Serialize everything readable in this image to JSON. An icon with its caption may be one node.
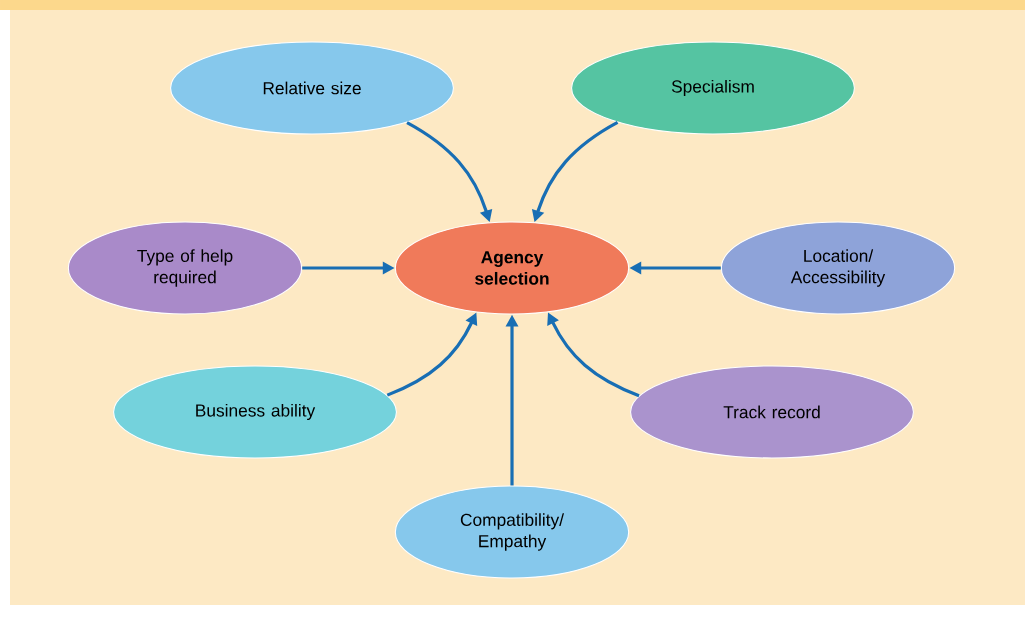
{
  "diagram": {
    "nodes": [
      {
        "text": [
          "Agency selection"
        ]
      },
      {
        "text": [
          "Relative size"
        ]
      },
      {
        "text": [
          "Specialism"
        ]
      },
      {
        "text": [
          "Type of help required"
        ]
      },
      {
        "text": [
          "Location/ Accessibility"
        ]
      },
      {
        "text": [
          "Business ability"
        ]
      },
      {
        "text": [
          "Track record"
        ]
      },
      {
        "text": [
          "Compatibility/ Empathy"
        ]
      }
    ],
    "edges": [
      {
        "from": 1,
        "to": 0,
        "arrow": "to"
      },
      {
        "from": 2,
        "to": 0,
        "arrow": "to"
      },
      {
        "from": 3,
        "to": 0,
        "arrow": "to"
      },
      {
        "from": 4,
        "to": 0,
        "arrow": "to"
      },
      {
        "from": 5,
        "to": 0,
        "arrow": "to"
      },
      {
        "from": 6,
        "to": 0,
        "arrow": "to"
      },
      {
        "from": 7,
        "to": 0,
        "arrow": "to"
      }
    ]
  }
}
